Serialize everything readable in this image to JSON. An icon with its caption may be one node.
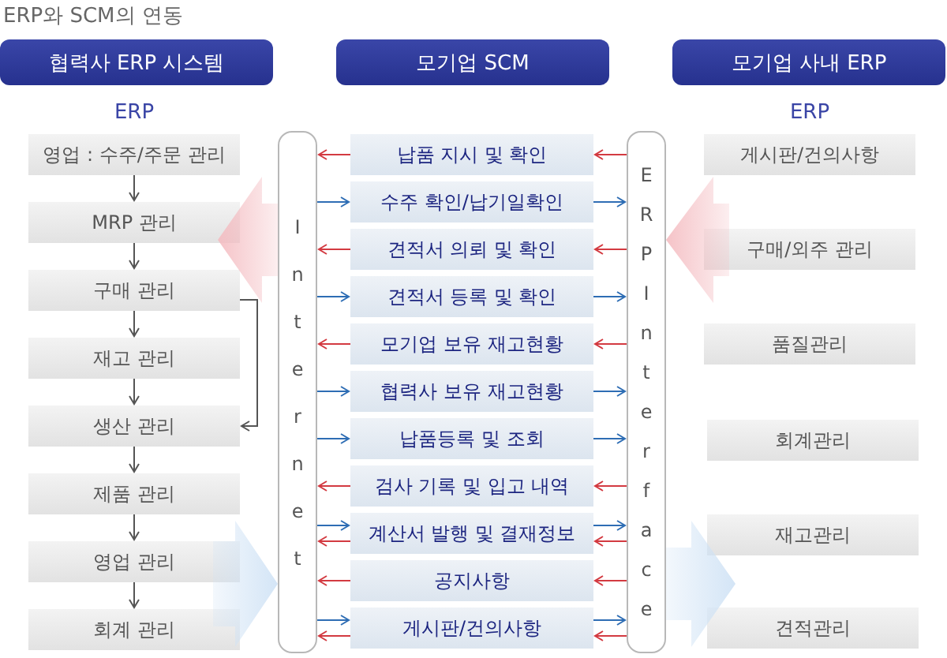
{
  "diagram": {
    "title": "ERP와 SCM의 연동",
    "nodes": [
      {
        "text": [
          "협력사 ERP 시스템"
        ]
      },
      {
        "text": [
          "모기업 SCM"
        ]
      },
      {
        "text": [
          "모기업 사내 ERP"
        ]
      },
      {
        "text": [
          "영업 : 수주/주문 관리"
        ]
      },
      {
        "text": [
          "MRP 관리"
        ]
      },
      {
        "text": [
          "구매 관리"
        ]
      },
      {
        "text": [
          "재고 관리"
        ]
      },
      {
        "text": [
          "생산 관리"
        ]
      },
      {
        "text": [
          "제품 관리"
        ]
      },
      {
        "text": [
          "영업 관리"
        ]
      },
      {
        "text": [
          "회계 관리"
        ]
      },
      {
        "text": [
          "Internet"
        ]
      },
      {
        "text": [
          "납품 지시 및 확인"
        ]
      },
      {
        "text": [
          "수주 확인/납기일확인"
        ]
      },
      {
        "text": [
          "견적서 의뢰 및 확인"
        ]
      },
      {
        "text": [
          "견적서 등록 및 확인"
        ]
      },
      {
        "text": [
          "모기업 보유 재고현황"
        ]
      },
      {
        "text": [
          "협력사 보유 재고현황"
        ]
      },
      {
        "text": [
          "납품등록 및 조회"
        ]
      },
      {
        "text": [
          "검사 기록 및 입고 내역"
        ]
      },
      {
        "text": [
          "계산서 발행 및 결재정보"
        ]
      },
      {
        "text": [
          "공지사항"
        ]
      },
      {
        "text": [
          "게시판/건의사항"
        ]
      },
      {
        "text": [
          "ERP Interface"
        ]
      },
      {
        "text": [
          "게시판/건의사항"
        ]
      },
      {
        "text": [
          "구매/외주 관리"
        ]
      },
      {
        "text": [
          "품질관리"
        ]
      },
      {
        "text": [
          "회계관리"
        ]
      },
      {
        "text": [
          "재고관리"
        ]
      },
      {
        "text": [
          "견적관리"
        ]
      }
    ],
    "edges": [
      {
        "from": 3,
        "to": 4,
        "arrow": "to",
        "color": "#555555"
      },
      {
        "from": 4,
        "to": 5,
        "arrow": "to",
        "color": "#555555"
      },
      {
        "from": 5,
        "to": 6,
        "arrow": "to",
        "color": "#555555"
      },
      {
        "from": 6,
        "to": 7,
        "arrow": "to",
        "color": "#555555"
      },
      {
        "from": 7,
        "to": 8,
        "arrow": "to",
        "color": "#555555"
      },
      {
        "from": 8,
        "to": 9,
        "arrow": "to",
        "color": "#555555"
      },
      {
        "from": 9,
        "to": 10,
        "arrow": "to",
        "color": "#555555"
      },
      {
        "from": 5,
        "to": 7,
        "arrow": "to",
        "color": "#555555"
      },
      {
        "from": 11,
        "to": 4,
        "arrow": "to",
        "style": "thick",
        "color": "#f4bcc1"
      },
      {
        "from": 25,
        "to": 23,
        "arrow": "to",
        "style": "thick",
        "color": "#f4bcc1"
      },
      {
        "from": null,
        "to": 11,
        "arrow": "to",
        "style": "thick",
        "color": "#cfe2f5"
      },
      {
        "from": 23,
        "to": null,
        "arrow": "to",
        "style": "thick",
        "color": "#cfe2f5"
      },
      {
        "from": 12,
        "to": 11,
        "arrow": "to"
      },
      {
        "from": 23,
        "to": 12,
        "arrow": "to"
      },
      {
        "from": 11,
        "to": 13,
        "arrow": "to",
        "color": "#2e6db4"
      },
      {
        "from": 13,
        "to": 23,
        "arrow": "to",
        "color": "#2e6db4"
      },
      {
        "from": 14,
        "to": 11,
        "arrow": "to"
      },
      {
        "from": 23,
        "to": 14,
        "arrow": "to"
      },
      {
        "from": 11,
        "to": 15,
        "arrow": "to",
        "color": "#2e6db4"
      },
      {
        "from": 15,
        "to": 23,
        "arrow": "to",
        "color": "#2e6db4"
      },
      {
        "from": 16,
        "to": 11,
        "arrow": "to"
      },
      {
        "from": 23,
        "to": 16,
        "arrow": "to"
      },
      {
        "from": 11,
        "to": 17,
        "arrow": "to",
        "color": "#2e6db4"
      },
      {
        "from": 17,
        "to": 23,
        "arrow": "to",
        "color": "#2e6db4"
      },
      {
        "from": 11,
        "to": 18,
        "arrow": "to",
        "color": "#2e6db4"
      },
      {
        "from": 18,
        "to": 23,
        "arrow": "to",
        "color": "#2e6db4"
      },
      {
        "from": 19,
        "to": 11,
        "arrow": "to"
      },
      {
        "from": 23,
        "to": 19,
        "arrow": "to"
      },
      {
        "from": 11,
        "to": 20,
        "arrow": "to",
        "color": "#2e6db4"
      },
      {
        "from": 20,
        "to": 23,
        "arrow": "to",
        "color": "#2e6db4"
      },
      {
        "from": 20,
        "to": 11,
        "arrow": "to"
      },
      {
        "from": 23,
        "to": 20,
        "arrow": "to"
      },
      {
        "from": 21,
        "to": 11,
        "arrow": "to"
      },
      {
        "from": 23,
        "to": 21,
        "arrow": "to"
      },
      {
        "from": 11,
        "to": 22,
        "arrow": "to",
        "color": "#2e6db4"
      },
      {
        "from": 22,
        "to": 23,
        "arrow": "to",
        "color": "#2e6db4"
      },
      {
        "from": 22,
        "to": 11,
        "arrow": "to"
      },
      {
        "from": 23,
        "to": 22,
        "arrow": "to"
      }
    ],
    "labels": [
      "ERP",
      "ERP"
    ]
  }
}
